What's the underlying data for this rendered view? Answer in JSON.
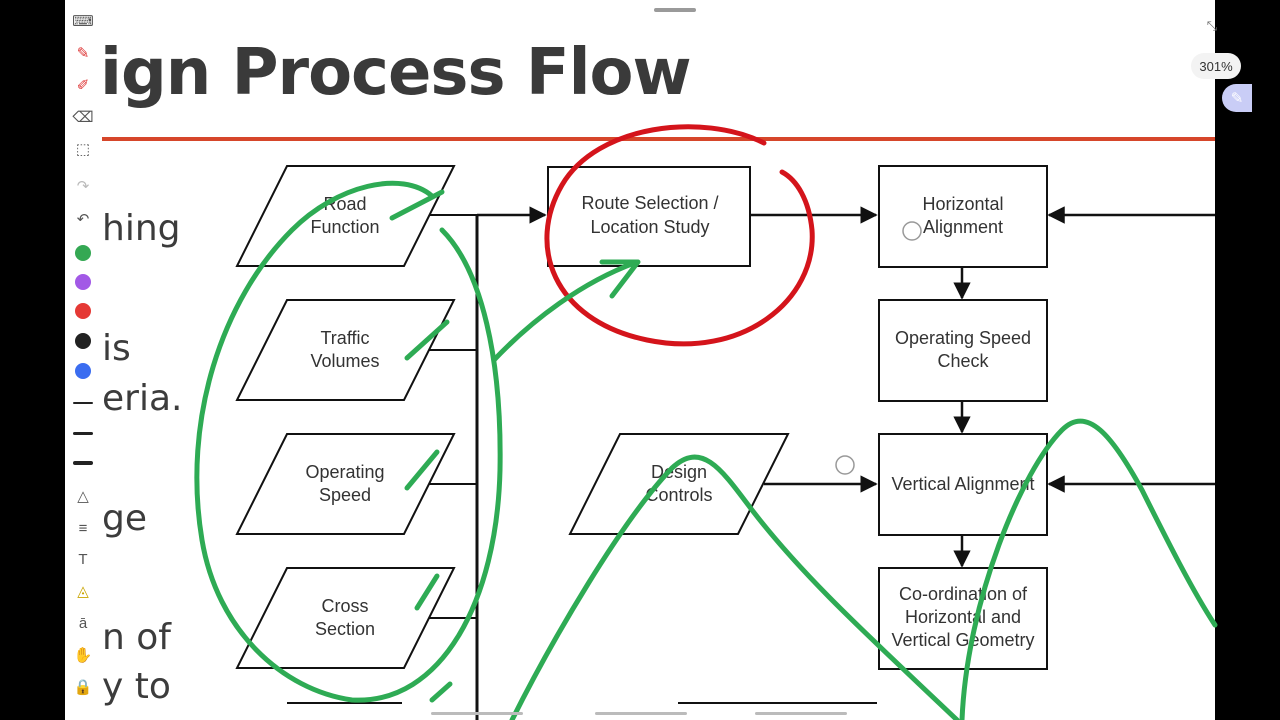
{
  "zoom": "301%",
  "slide": {
    "title": "ign Process Flow",
    "side_fragments": [
      "hing",
      "is",
      "eria.",
      "ge",
      "n of",
      "y to"
    ]
  },
  "flow": {
    "road_function": [
      "Road",
      "Function"
    ],
    "traffic_volumes": [
      "Traffic",
      "Volumes"
    ],
    "operating_speed": [
      "Operating",
      "Speed"
    ],
    "cross_section": [
      "Cross",
      "Section"
    ],
    "route_selection": [
      "Route Selection /",
      "Location Study"
    ],
    "horizontal_alignment": [
      "Horizontal",
      "Alignment"
    ],
    "operating_speed_check": [
      "Operating Speed",
      "Check"
    ],
    "design_controls": [
      "Design",
      "Controls"
    ],
    "vertical_alignment": "Vertical Alignment",
    "coordination": [
      "Co-ordination of",
      "Horizontal and",
      "Vertical Geometry"
    ]
  },
  "toolbar": {
    "colors": {
      "green": "#34a853",
      "purple": "#a259e6",
      "red": "#e53935",
      "black": "#222222",
      "blue": "#3b6df0"
    },
    "icons": [
      "keyboard-icon",
      "pen-icon",
      "highlighter-icon",
      "eraser-icon",
      "lasso-icon",
      "redo-icon",
      "undo-icon",
      "shape-icon",
      "ruler-icon",
      "text-icon",
      "sticker-icon",
      "ocr-icon",
      "hand-icon",
      "lock-icon"
    ]
  },
  "ink": {
    "green": "#2eab54",
    "red": "#d4141b"
  }
}
